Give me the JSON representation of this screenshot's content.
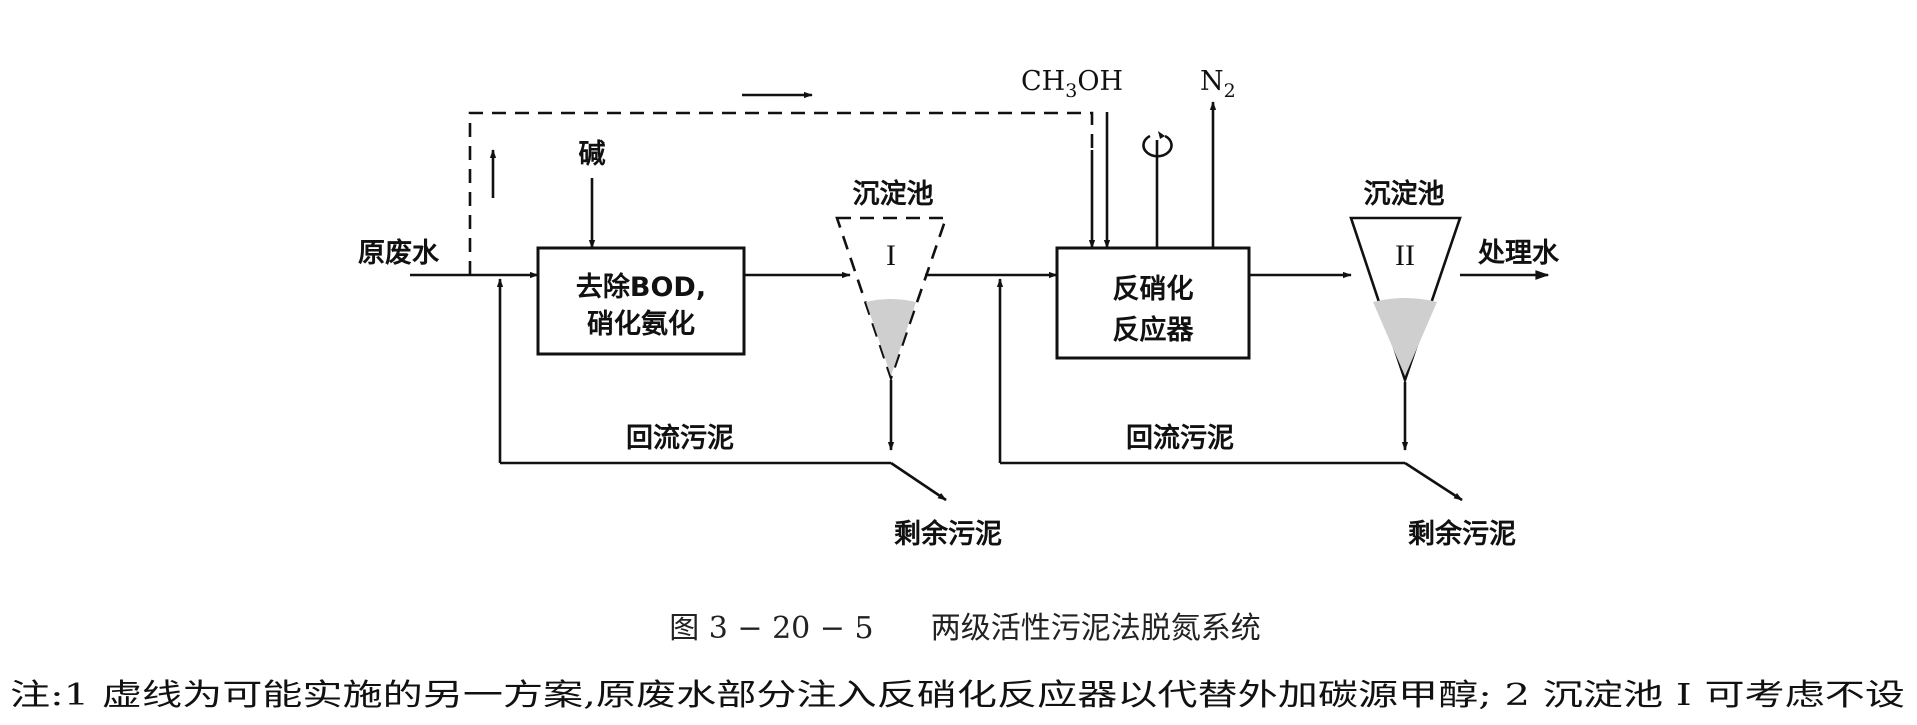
{
  "inputs": {
    "raw_water": "原废水",
    "alkali": "碱",
    "methanol_pre": "CH",
    "methanol_sub": "3",
    "methanol_post": "OH",
    "nitrogen_pre": "N",
    "nitrogen_sub": "2"
  },
  "units": {
    "reactor1_line1": "去除BOD,",
    "reactor1_line2": "硝化氨化",
    "clarifier1_label": "沉淀池",
    "clarifier1_mark": "I",
    "reactor2_line1": "反硝化",
    "reactor2_line2": "反应器",
    "clarifier2_label": "沉淀池",
    "clarifier2_mark": "II"
  },
  "streams": {
    "treated_water": "处理水",
    "return_sludge_1": "回流污泥",
    "return_sludge_2": "回流污泥",
    "excess_sludge_1": "剩余污泥",
    "excess_sludge_2": "剩余污泥"
  },
  "caption": "图 3 − 20 − 5      两级活性污泥法脱氮系统",
  "note": "注:1 虚线为可能实施的另一方案,原废水部分注入反硝化反应器以代替外加碳源甲醇; 2 沉淀池 I 可考虑不设"
}
